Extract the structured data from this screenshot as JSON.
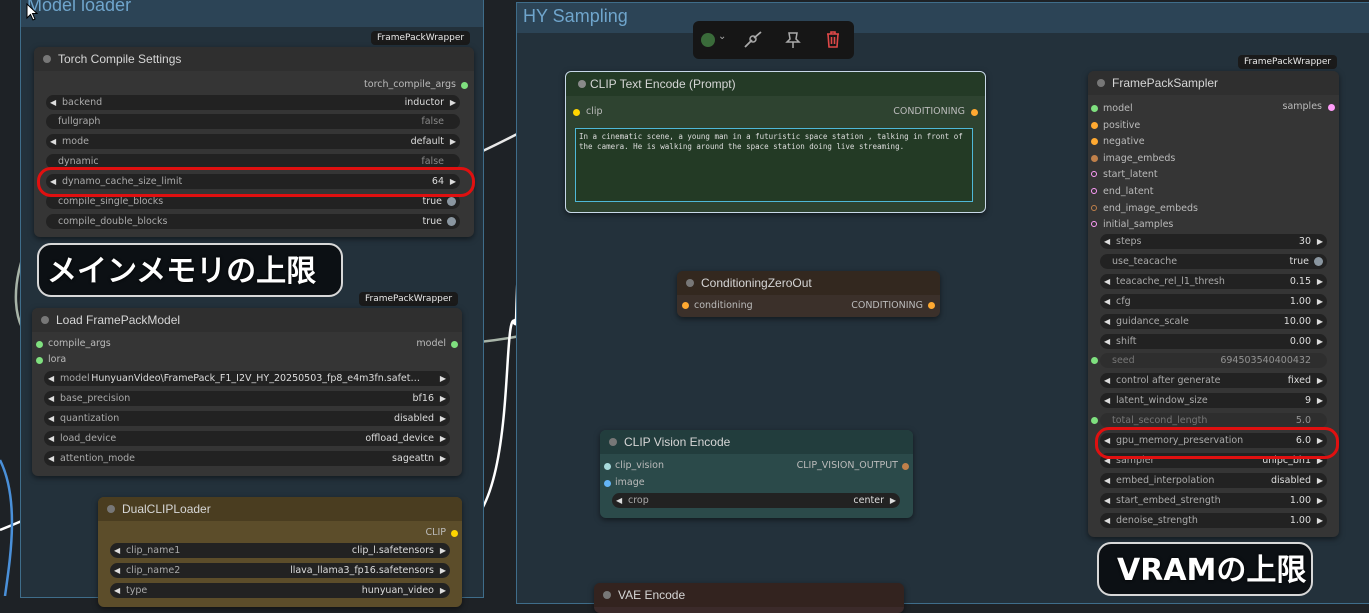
{
  "groups": {
    "model_loader": "Model loader",
    "hy_sampling": "HY Sampling"
  },
  "toolbar": {
    "color_label": "color",
    "bypass_label": "bypass",
    "pin_label": "pin",
    "delete_label": "delete"
  },
  "torch_compile": {
    "badge": "FramePackWrapper",
    "title": "Torch Compile Settings",
    "output": "torch_compile_args",
    "widgets": [
      {
        "label": "backend",
        "value": "inductor"
      },
      {
        "label": "fullgraph",
        "value": "false"
      },
      {
        "label": "mode",
        "value": "default"
      },
      {
        "label": "dynamic",
        "value": "false"
      },
      {
        "label": "dynamo_cache_size_limit",
        "value": "64"
      },
      {
        "label": "compile_single_blocks",
        "value": "true"
      },
      {
        "label": "compile_double_blocks",
        "value": "true"
      }
    ]
  },
  "callouts": {
    "main_memory": "メインメモリの上限",
    "vram": "VRAMの上限"
  },
  "load_framepack": {
    "badge": "FramePackWrapper",
    "title": "Load FramePackModel",
    "inputs": [
      "compile_args",
      "lora"
    ],
    "output": "model",
    "widgets": [
      {
        "label": "model",
        "value": "HunyuanVideo\\FramePack_F1_I2V_HY_20250503_fp8_e4m3fn.safet…"
      },
      {
        "label": "base_precision",
        "value": "bf16"
      },
      {
        "label": "quantization",
        "value": "disabled"
      },
      {
        "label": "load_device",
        "value": "offload_device"
      },
      {
        "label": "attention_mode",
        "value": "sageattn"
      }
    ]
  },
  "dual_clip": {
    "title": "DualCLIPLoader",
    "output": "CLIP",
    "widgets": [
      {
        "label": "clip_name1",
        "value": "clip_l.safetensors"
      },
      {
        "label": "clip_name2",
        "value": "llava_llama3_fp16.safetensors"
      },
      {
        "label": "type",
        "value": "hunyuan_video"
      }
    ]
  },
  "clip_text": {
    "title": "CLIP Text Encode (Prompt)",
    "input": "clip",
    "output": "CONDITIONING",
    "text": "In a cinematic scene, a young man in a futuristic space station , talking in front of the camera. He is walking around the space station doing live streaming."
  },
  "cond_zero": {
    "title": "ConditioningZeroOut",
    "input": "conditioning",
    "output": "CONDITIONING"
  },
  "clip_vision": {
    "title": "CLIP Vision Encode",
    "inputs": [
      "clip_vision",
      "image"
    ],
    "output": "CLIP_VISION_OUTPUT",
    "widgets": [
      {
        "label": "crop",
        "value": "center"
      }
    ]
  },
  "vae_encode": {
    "title": "VAE Encode"
  },
  "sampler": {
    "badge": "FramePackWrapper",
    "title": "FramePackSampler",
    "inputs": [
      "model",
      "positive",
      "negative",
      "image_embeds",
      "start_latent",
      "end_latent",
      "end_image_embeds",
      "initial_samples"
    ],
    "output": "samples",
    "widgets": [
      {
        "label": "steps",
        "value": "30"
      },
      {
        "label": "use_teacache",
        "value": "true"
      },
      {
        "label": "teacache_rel_l1_thresh",
        "value": "0.15"
      },
      {
        "label": "cfg",
        "value": "1.00"
      },
      {
        "label": "guidance_scale",
        "value": "10.00"
      },
      {
        "label": "shift",
        "value": "0.00"
      },
      {
        "label": "seed",
        "value": "694503540400432"
      },
      {
        "label": "control after generate",
        "value": "fixed"
      },
      {
        "label": "latent_window_size",
        "value": "9"
      },
      {
        "label": "total_second_length",
        "value": "5.0"
      },
      {
        "label": "gpu_memory_preservation",
        "value": "6.0"
      },
      {
        "label": "sampler",
        "value": "unipc_bh1"
      },
      {
        "label": "embed_interpolation",
        "value": "disabled"
      },
      {
        "label": "start_embed_strength",
        "value": "1.00"
      },
      {
        "label": "denoise_strength",
        "value": "1.00"
      }
    ]
  },
  "colors": {
    "model_port": "#7fe07f",
    "conditioning_port": "#ffa931",
    "clip_port": "#ffd500",
    "latent_port": "#ff9cf9",
    "clip_vision_port": "#a8dadc",
    "highlight": "#e01010"
  }
}
